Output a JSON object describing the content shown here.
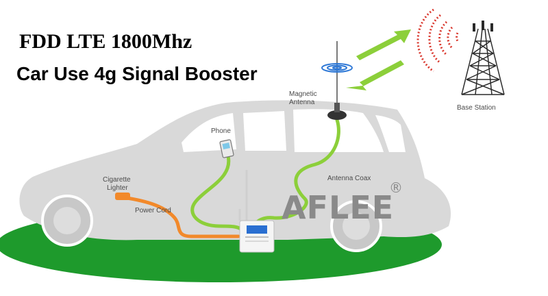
{
  "header": {
    "line1": "FDD LTE 1800Mhz",
    "line2": "Car Use 4g Signal Booster"
  },
  "labels": {
    "magnetic_antenna": [
      "Magnetic",
      "Antenna"
    ],
    "phone": "Phone",
    "cigarette_lighter": [
      "Cigarette",
      "Lighter"
    ],
    "power_cord": "Power Cord",
    "antenna_coax": "Antenna Coax",
    "base_station": "Base Station"
  },
  "brand": {
    "name": "AFLEE",
    "registered_mark": "®"
  },
  "colors": {
    "ground_ellipse": "#1e9a2c",
    "car_body": "#d9d9d9",
    "car_windows": "#ffffff",
    "coax_cable": "#8ccf3a",
    "power_cord": "#f2892a",
    "signal_arrows": "#8ccf3a",
    "base_station_waves": "#d9362c"
  }
}
